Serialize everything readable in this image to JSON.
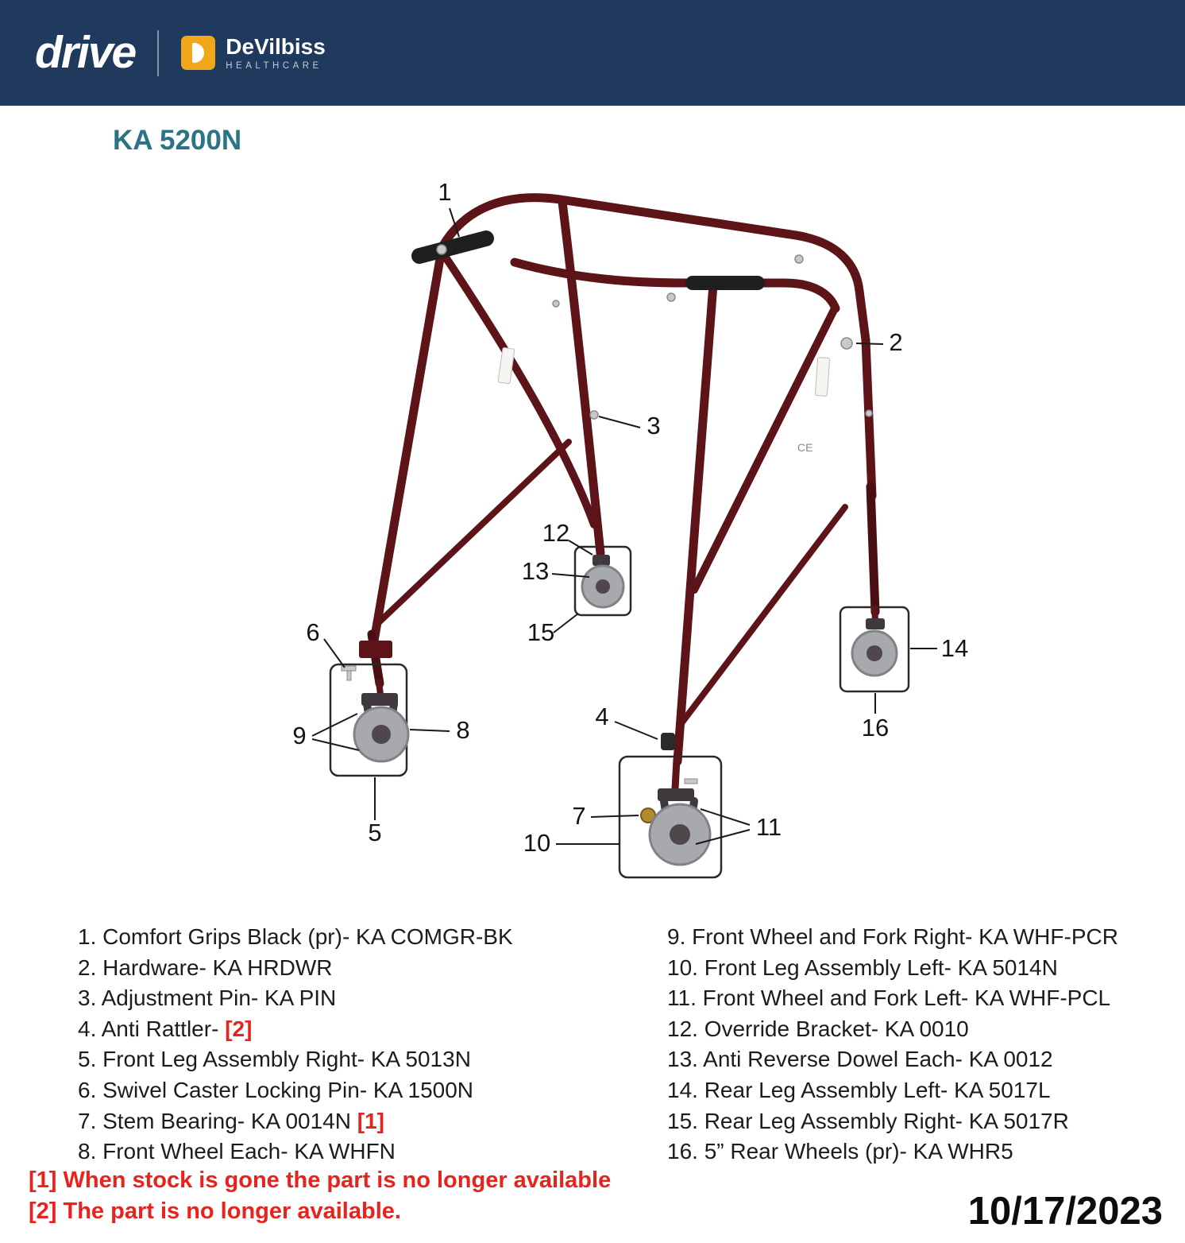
{
  "header": {
    "drive_logo": "drive",
    "devilbiss_name": "DeVilbiss",
    "devilbiss_sub": "HEALTHCARE"
  },
  "title": "KA 5200N",
  "diagram": {
    "ce_mark": "CE",
    "callouts": {
      "c1": "1",
      "c2": "2",
      "c3": "3",
      "c4": "4",
      "c5": "5",
      "c6": "6",
      "c7": "7",
      "c8": "8",
      "c9": "9",
      "c10": "10",
      "c11": "11",
      "c12": "12",
      "c13": "13",
      "c14": "14",
      "c15": "15",
      "c16": "16"
    }
  },
  "parts_list": {
    "left": [
      {
        "text": "1. Comfort Grips Black (pr)- KA COMGR-BK",
        "note": ""
      },
      {
        "text": "2. Hardware- KA HRDWR",
        "note": ""
      },
      {
        "text": "3. Adjustment Pin- KA PIN",
        "note": ""
      },
      {
        "text": "4. Anti Rattler- ",
        "note": "[2]"
      },
      {
        "text": "5. Front Leg Assembly Right- KA 5013N",
        "note": ""
      },
      {
        "text": "6. Swivel Caster Locking Pin- KA 1500N",
        "note": ""
      },
      {
        "text": "7. Stem Bearing- KA 0014N ",
        "note": "[1]"
      },
      {
        "text": "8. Front Wheel Each- KA WHFN",
        "note": ""
      }
    ],
    "right": [
      {
        "text": "9. Front Wheel and Fork Right- KA WHF-PCR"
      },
      {
        "text": "10. Front Leg Assembly Left- KA 5014N"
      },
      {
        "text": "11. Front Wheel and Fork Left- KA WHF-PCL"
      },
      {
        "text": "12. Override Bracket- KA 0010"
      },
      {
        "text": "13. Anti Reverse Dowel Each- KA 0012"
      },
      {
        "text": "14. Rear Leg Assembly Left- KA 5017L"
      },
      {
        "text": "15. Rear Leg Assembly Right- KA 5017R"
      },
      {
        "text": "16. 5” Rear Wheels (pr)- KA WHR5"
      }
    ]
  },
  "footnotes": [
    "[1] When stock is gone the part is no longer available",
    "[2] The part is no longer available."
  ],
  "date": "10/17/2023",
  "colors": {
    "header_bg": "#1F3A5C",
    "title_teal": "#2A7485",
    "note_red": "#E8231D",
    "devilbiss_orange": "#F2A71B",
    "frame_maroon": "#5D1419"
  }
}
